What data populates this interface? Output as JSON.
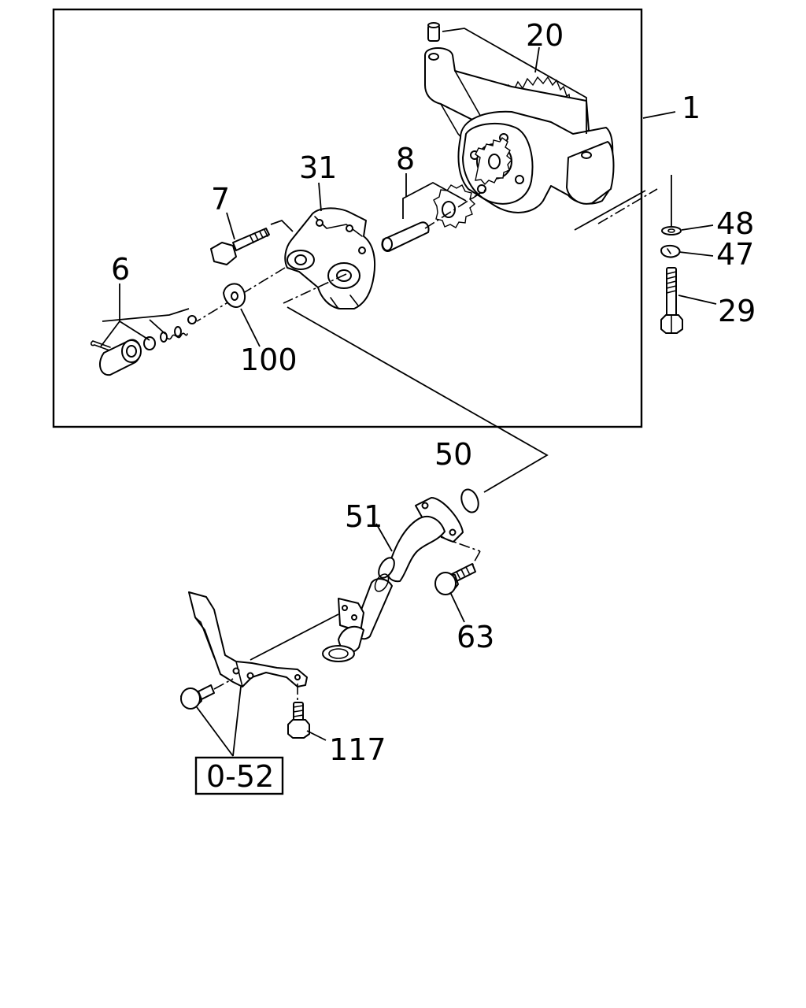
{
  "callouts": {
    "c1": "1",
    "c20": "20",
    "c31": "31",
    "c8": "8",
    "c7": "7",
    "c6": "6",
    "c100": "100",
    "c48": "48",
    "c47": "47",
    "c29": "29",
    "c50": "50",
    "c51": "51",
    "c63": "63",
    "c117": "117",
    "ref": "0-52"
  },
  "colors": {
    "line": "#000000",
    "background": "#ffffff"
  }
}
